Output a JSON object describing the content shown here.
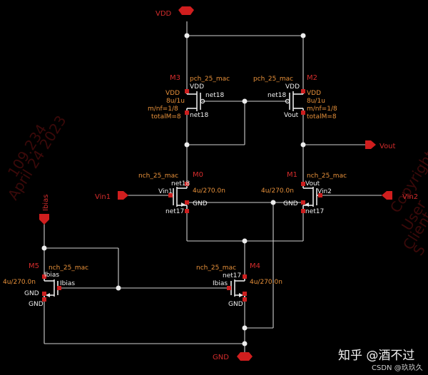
{
  "watermark": {
    "left_line1": "109.234",
    "left_line2": "April 24 2023",
    "right_line1": "Copyright",
    "right_line2": "User",
    "right_line3": "Client",
    "right_line4": "S"
  },
  "ports": {
    "vdd": "VDD",
    "gnd": "GND",
    "vout": "Vout",
    "vin1": "Vin1",
    "vin2": "Vin2",
    "ibias": "Ibias"
  },
  "devices": {
    "m3": {
      "ref": "M3",
      "model": "pch_25_mac",
      "param1": "VDD",
      "param2": "8u/1u",
      "param3": "m/nf=1/8",
      "param4": "totalM=8",
      "pin_top": "VDD",
      "pin_gate": "net18",
      "pin_bottom": "net18"
    },
    "m2": {
      "ref": "M2",
      "model": "pch_25_mac",
      "param1": "VDD",
      "param2": "8u/1u",
      "param3": "m/nf=1/8",
      "param4": "totalM=8",
      "pin_top": "VDD",
      "pin_gate": "net18",
      "pin_bottom": "Vout"
    },
    "m0": {
      "ref": "M0",
      "model": "nch_25_mac",
      "size": "4u/270.0n",
      "pin_top": "net18",
      "pin_gate": "Vin1",
      "pin_body": "GND",
      "pin_bottom": "net17"
    },
    "m1": {
      "ref": "M1",
      "model": "nch_25_mac",
      "size": "4u/270.0n",
      "pin_top": "Vout",
      "pin_gate": "Vin2",
      "pin_body": "GND",
      "pin_bottom": "net17"
    },
    "m4": {
      "ref": "M4",
      "model": "nch_25_mac",
      "size": "4u/270.0n",
      "pin_top": "net17",
      "pin_gate": "Ibias",
      "pin_bottom": "GND"
    },
    "m5": {
      "ref": "M5",
      "model": "nch_25_mac",
      "size": "4u/270.0n",
      "pin_top": "Ibias",
      "pin_gate": "Ibias",
      "pin_body": "GND",
      "pin_bottom": "GND"
    }
  },
  "footer": {
    "brand": "知乎 @酒不过",
    "credit": "CSDN @玖玖久"
  },
  "colors": {
    "background": "#000000",
    "wire": "#cfcfcf",
    "pin": "#cc1e1e",
    "label": "#d42c2c",
    "param": "#e8913a"
  }
}
